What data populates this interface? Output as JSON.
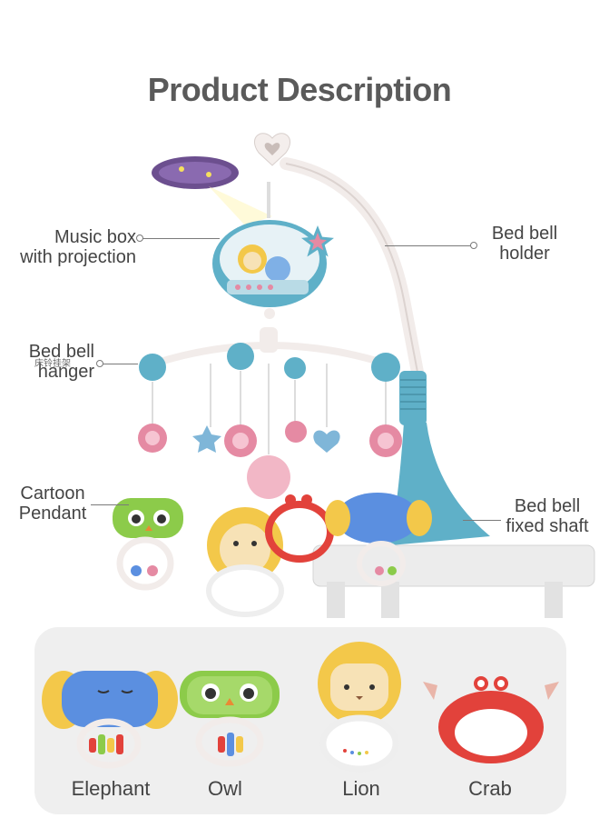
{
  "title": "Product Description",
  "callouts": {
    "music_box": "Music box\nwith projection",
    "bed_bell_holder": "Bed bell\nholder",
    "bed_bell_hanger": "Bed bell\nhanger",
    "hanger_cn": "床铃挂架",
    "cartoon_pendant": "Cartoon\nPendant",
    "fixed_shaft": "Bed bell\nfixed shaft"
  },
  "pendants": [
    {
      "label": "Elephant"
    },
    {
      "label": "Owl"
    },
    {
      "label": "Lion"
    },
    {
      "label": "Crab"
    }
  ],
  "colors": {
    "teal": "#5fb0c8",
    "pink": "#e58aa3",
    "yellow": "#f3c84a",
    "green": "#8ccb4a",
    "red": "#e2423b",
    "blue": "#5b8fe0"
  }
}
